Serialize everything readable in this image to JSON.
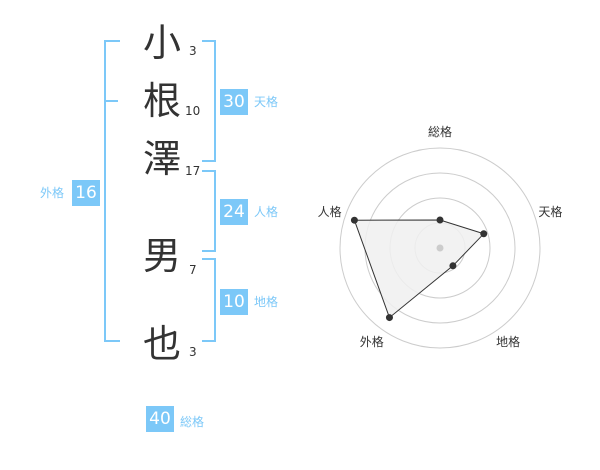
{
  "name": {
    "chars": [
      {
        "char": "小",
        "strokes": "3"
      },
      {
        "char": "根",
        "strokes": "10"
      },
      {
        "char": "澤",
        "strokes": "17"
      },
      {
        "char": "男",
        "strokes": "7"
      },
      {
        "char": "也",
        "strokes": "3"
      }
    ]
  },
  "kakusu": {
    "tenkaku": {
      "value": "30",
      "label": "天格"
    },
    "jinkaku": {
      "value": "24",
      "label": "人格"
    },
    "chikaku": {
      "value": "10",
      "label": "地格"
    },
    "gaikaku": {
      "value": "16",
      "label": "外格"
    },
    "soukaku": {
      "value": "40",
      "label": "総格"
    }
  },
  "colors": {
    "accent": "#7cc8f8",
    "text": "#333333",
    "radar_fill": "#f0f0f0",
    "grid": "#cccccc"
  },
  "chart_data": {
    "type": "radar",
    "axes": [
      "総格",
      "天格",
      "地格",
      "外格",
      "人格"
    ],
    "max": 5,
    "rings": 4,
    "values": [
      1.4,
      2.3,
      1.1,
      4.3,
      4.5
    ]
  }
}
